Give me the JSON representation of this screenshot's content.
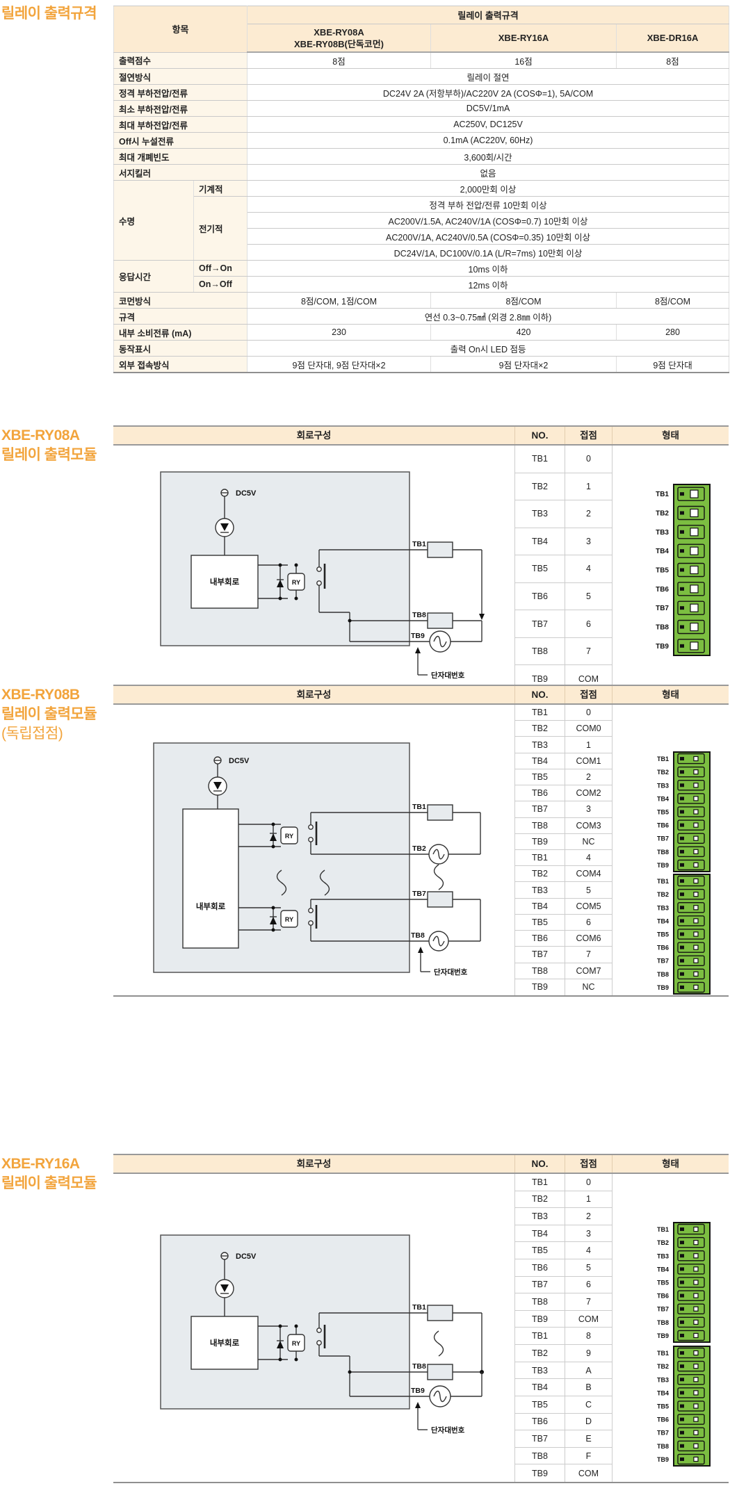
{
  "page_title": "릴레이 출력규격",
  "colors": {
    "accent": "#F2A43C",
    "table_header_bg": "#FCEBD2",
    "label_bg": "#FDF6E9",
    "connector_green": "#7CBE41"
  },
  "spec": {
    "item": "항목",
    "group_title": "릴레이 출력규격",
    "col1a": "XBE-RY08A",
    "col1b": "XBE-RY08B(단독코먼)",
    "col2": "XBE-RY16A",
    "col3": "XBE-DR16A",
    "rows": {
      "output_points": {
        "label": "출력점수",
        "v1": "8점",
        "v2": "16점",
        "v3": "8점"
      },
      "insulation": {
        "label": "절연방식",
        "v": "릴레이 절연"
      },
      "rated_load": {
        "label": "정격 부하전압/전류",
        "v": "DC24V 2A (저항부하)/AC220V 2A (COSΦ=1), 5A/COM"
      },
      "min_load": {
        "label": "최소 부하전압/전류",
        "v": "DC5V/1mA"
      },
      "max_load": {
        "label": "최대 부하전압/전류",
        "v": "AC250V, DC125V"
      },
      "off_leakage": {
        "label": "Off시 누설전류",
        "v": "0.1mA (AC220V, 60Hz)"
      },
      "max_frequency": {
        "label": "최대 개폐빈도",
        "v": "3,600회/시간"
      },
      "surge_killer": {
        "label": "서지킬러",
        "v": "없음"
      },
      "life": {
        "label": "수명",
        "mech_label": "기계적",
        "mech": "2,000만회 이상",
        "elec_label": "전기적",
        "elec1": "정격 부하 전압/전류 10만회 이상",
        "elec2": "AC200V/1.5A, AC240V/1A (COSΦ=0.7) 10만회 이상",
        "elec3": "AC200V/1A, AC240V/0.5A (COSΦ=0.35) 10만회 이상",
        "elec4": "DC24V/1A, DC100V/0.1A (L/R=7ms) 10만회 이상"
      },
      "response": {
        "label": "응답시간",
        "on_label": "Off→On",
        "on_v": "10ms 이하",
        "off_label": "On→Off",
        "off_v": "12ms 이하"
      },
      "common": {
        "label": "코먼방식",
        "v1": "8점/COM, 1점/COM",
        "v2": "8점/COM",
        "v3": "8점/COM"
      },
      "wire_spec": {
        "label": "규격",
        "v": "연선 0.3~0.75㎟ (외경 2.8㎜ 이하)"
      },
      "consumption": {
        "label": "내부 소비전류 (mA)",
        "v1": "230",
        "v2": "420",
        "v3": "280"
      },
      "indicator": {
        "label": "동작표시",
        "v": "출력 On시 LED 점등"
      },
      "connection": {
        "label": "외부 접속방식",
        "v1": "9점 단자대, 9점 단자대×2",
        "v2": "9점 단자대×2",
        "v3": "9점 단자대"
      }
    }
  },
  "section_headers": {
    "circuit": "회로구성",
    "no": "NO.",
    "contact": "접점",
    "shape": "형태"
  },
  "sections": [
    {
      "title_lines": [
        "XBE-RY08A",
        "릴레이 출력모듈"
      ],
      "diagram": {
        "power": "DC5V",
        "internal": "내부회로",
        "relay": "RY",
        "tb_top": "TB1",
        "tb_mid": "TB8",
        "tb_bot": "TB9",
        "note": "단자대번호"
      },
      "rows": [
        {
          "no": "TB1",
          "contact": "0"
        },
        {
          "no": "TB2",
          "contact": "1"
        },
        {
          "no": "TB3",
          "contact": "2"
        },
        {
          "no": "TB4",
          "contact": "3"
        },
        {
          "no": "TB5",
          "contact": "4"
        },
        {
          "no": "TB6",
          "contact": "5"
        },
        {
          "no": "TB7",
          "contact": "6"
        },
        {
          "no": "TB8",
          "contact": "7"
        },
        {
          "no": "TB9",
          "contact": "COM"
        }
      ],
      "connectors": [
        [
          "TB1",
          "TB2",
          "TB3",
          "TB4",
          "TB5",
          "TB6",
          "TB7",
          "TB8",
          "TB9"
        ]
      ]
    },
    {
      "title_lines": [
        "XBE-RY08B",
        "릴레이 출력모듈",
        "(독립접점)"
      ],
      "diagram": {
        "power": "DC5V",
        "internal": "내부회로",
        "relay1": "RY",
        "relay2": "RY",
        "tb1": "TB1",
        "tb2": "TB2",
        "tb7": "TB7",
        "tb8": "TB8",
        "note": "단자대번호"
      },
      "rows": [
        {
          "no": "TB1",
          "contact": "0"
        },
        {
          "no": "TB2",
          "contact": "COM0"
        },
        {
          "no": "TB3",
          "contact": "1"
        },
        {
          "no": "TB4",
          "contact": "COM1"
        },
        {
          "no": "TB5",
          "contact": "2"
        },
        {
          "no": "TB6",
          "contact": "COM2"
        },
        {
          "no": "TB7",
          "contact": "3"
        },
        {
          "no": "TB8",
          "contact": "COM3"
        },
        {
          "no": "TB9",
          "contact": "NC"
        },
        {
          "no": "TB1",
          "contact": "4"
        },
        {
          "no": "TB2",
          "contact": "COM4"
        },
        {
          "no": "TB3",
          "contact": "5"
        },
        {
          "no": "TB4",
          "contact": "COM5"
        },
        {
          "no": "TB5",
          "contact": "6"
        },
        {
          "no": "TB6",
          "contact": "COM6"
        },
        {
          "no": "TB7",
          "contact": "7"
        },
        {
          "no": "TB8",
          "contact": "COM7"
        },
        {
          "no": "TB9",
          "contact": "NC"
        }
      ],
      "connectors": [
        [
          "TB1",
          "TB2",
          "TB3",
          "TB4",
          "TB5",
          "TB6",
          "TB7",
          "TB8",
          "TB9"
        ],
        [
          "TB1",
          "TB2",
          "TB3",
          "TB4",
          "TB5",
          "TB6",
          "TB7",
          "TB8",
          "TB9"
        ]
      ]
    },
    {
      "title_lines": [
        "XBE-RY16A",
        "릴레이 출력모듈"
      ],
      "diagram": {
        "power": "DC5V",
        "internal": "내부회로",
        "relay": "RY",
        "tb_top": "TB1",
        "tb_mid": "TB8",
        "tb_bot": "TB9",
        "note": "단자대번호"
      },
      "rows": [
        {
          "no": "TB1",
          "contact": "0"
        },
        {
          "no": "TB2",
          "contact": "1"
        },
        {
          "no": "TB3",
          "contact": "2"
        },
        {
          "no": "TB4",
          "contact": "3"
        },
        {
          "no": "TB5",
          "contact": "4"
        },
        {
          "no": "TB6",
          "contact": "5"
        },
        {
          "no": "TB7",
          "contact": "6"
        },
        {
          "no": "TB8",
          "contact": "7"
        },
        {
          "no": "TB9",
          "contact": "COM"
        },
        {
          "no": "TB1",
          "contact": "8"
        },
        {
          "no": "TB2",
          "contact": "9"
        },
        {
          "no": "TB3",
          "contact": "A"
        },
        {
          "no": "TB4",
          "contact": "B"
        },
        {
          "no": "TB5",
          "contact": "C"
        },
        {
          "no": "TB6",
          "contact": "D"
        },
        {
          "no": "TB7",
          "contact": "E"
        },
        {
          "no": "TB8",
          "contact": "F"
        },
        {
          "no": "TB9",
          "contact": "COM"
        }
      ],
      "connectors": [
        [
          "TB1",
          "TB2",
          "TB3",
          "TB4",
          "TB5",
          "TB6",
          "TB7",
          "TB8",
          "TB9"
        ],
        [
          "TB1",
          "TB2",
          "TB3",
          "TB4",
          "TB5",
          "TB6",
          "TB7",
          "TB8",
          "TB9"
        ]
      ]
    }
  ]
}
